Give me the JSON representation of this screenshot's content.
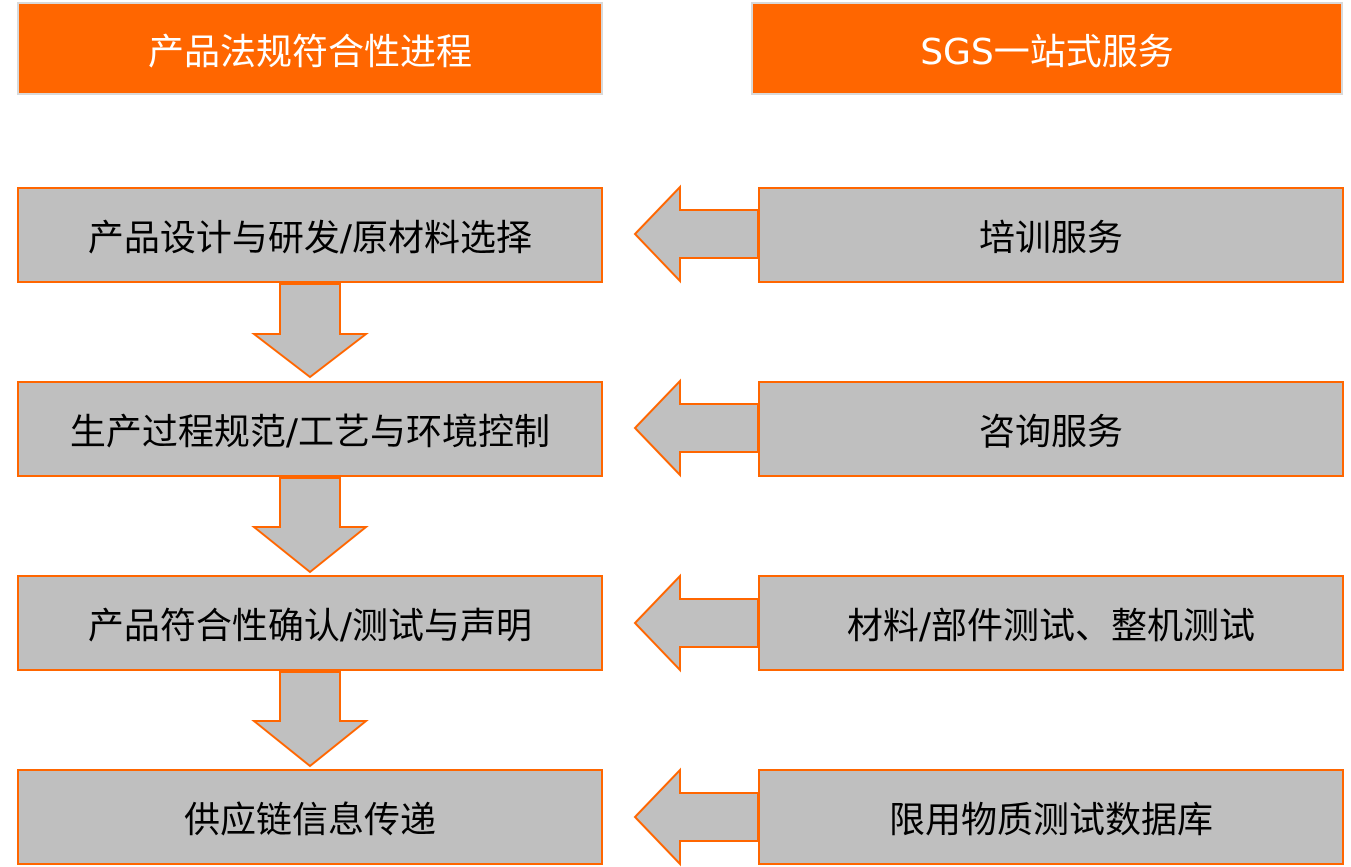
{
  "headers": {
    "process": "产品法规符合性进程",
    "services": "SGS一站式服务"
  },
  "steps": [
    "产品设计与研发/原材料选择",
    "生产过程规范/工艺与环境控制",
    "产品符合性确认/测试与声明",
    "供应链信息传递"
  ],
  "services": [
    "培训服务",
    "咨询服务",
    "材料/部件测试、整机测试",
    "限用物质测试数据库"
  ],
  "colors": {
    "accent_orange": "#ff6600",
    "box_gray": "#bfbfbf",
    "header_border": "#d9d9d9",
    "arrow_gray": "#c0c0c0"
  }
}
